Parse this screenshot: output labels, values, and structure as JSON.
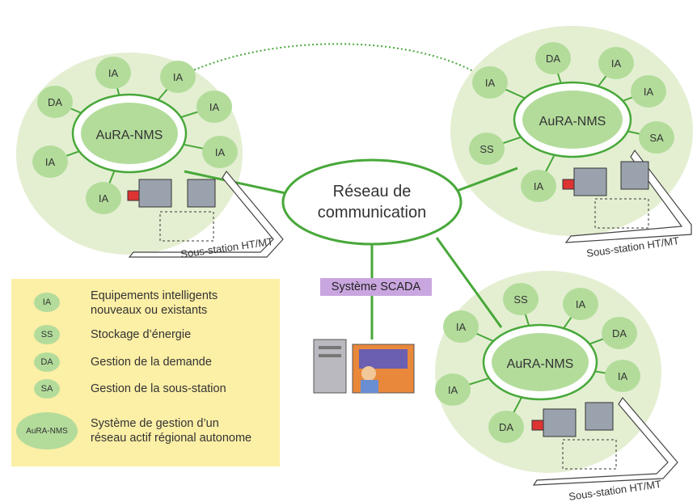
{
  "center": {
    "line1": "Réseau de",
    "line2": "communication"
  },
  "scada": "Système SCADA",
  "clusters": [
    {
      "core": "AuRA-NMS",
      "nodes": [
        "IA",
        "IA",
        "DA",
        "IA",
        "IA",
        "IA",
        "IA"
      ],
      "substation": "Sous-station HT/MT"
    },
    {
      "core": "AuRA-NMS",
      "nodes": [
        "DA",
        "IA",
        "IA",
        "IA",
        "SA",
        "IA",
        "SS"
      ],
      "substation": "Sous-station HT/MT"
    },
    {
      "core": "AuRA-NMS",
      "nodes": [
        "SS",
        "IA",
        "IA",
        "DA",
        "IA",
        "IA",
        "DA"
      ],
      "substation": "Sous-station HT/MT"
    }
  ],
  "legend": [
    {
      "icon": "IA",
      "text1": "Equipements intelligents",
      "text2": "nouveaux ou existants"
    },
    {
      "icon": "SS",
      "text1": "Stockage d’énergie",
      "text2": ""
    },
    {
      "icon": "DA",
      "text1": "Gestion de la demande",
      "text2": ""
    },
    {
      "icon": "SA",
      "text1": "Gestion de la sous-station",
      "text2": ""
    },
    {
      "icon": "AuRA-NMS",
      "text1": "Système de gestion d’un",
      "text2": "réseau actif régional autonome"
    }
  ],
  "colors": {
    "green_line": "#48a83a",
    "node_fill": "#b3dc9b",
    "cluster_fill": "#e4efd2",
    "legend_bg": "#fcefa6",
    "scada_bg": "#c9a6df"
  }
}
